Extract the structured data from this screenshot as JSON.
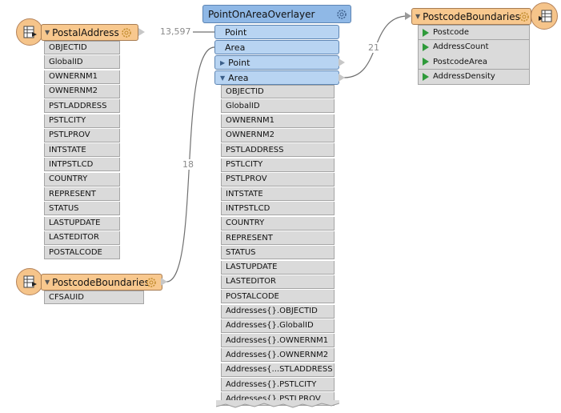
{
  "readers": {
    "postal_address": {
      "name": "PostalAddress",
      "attributes": [
        "OBJECTID",
        "GlobalID",
        "OWNERNM1",
        "OWNERNM2",
        "PSTLADDRESS",
        "PSTLCITY",
        "PSTLPROV",
        "INTSTATE",
        "INTPSTLCD",
        "COUNTRY",
        "REPRESENT",
        "STATUS",
        "LASTUPDATE",
        "LASTEDITOR",
        "POSTALCODE"
      ]
    },
    "postcode_boundaries": {
      "name": "PostcodeBoundaries",
      "attributes": [
        "CFSAUID"
      ]
    }
  },
  "transformer": {
    "name": "PointOnAreaOverlayer",
    "input_ports": [
      "Point",
      "Area"
    ],
    "output_ports": [
      "Point",
      "Area"
    ],
    "area_attributes": [
      "OBJECTID",
      "GlobalID",
      "OWNERNM1",
      "OWNERNM2",
      "PSTLADDRESS",
      "PSTLCITY",
      "PSTLPROV",
      "INTSTATE",
      "INTPSTLCD",
      "COUNTRY",
      "REPRESENT",
      "STATUS",
      "LASTUPDATE",
      "LASTEDITOR",
      "POSTALCODE",
      "Addresses{}.OBJECTID",
      "Addresses{}.GlobalID",
      "Addresses{}.OWNERNM1",
      "Addresses{}.OWNERNM2",
      "Addresses{...STLADDRESS",
      "Addresses{}.PSTLCITY",
      "Addresses{}.PSTLPROV"
    ]
  },
  "writer": {
    "name": "PostcodeBoundaries",
    "attributes": [
      "Postcode",
      "AddressCount",
      "PostcodeArea",
      "AddressDensity"
    ]
  },
  "connections": {
    "postal_to_point": "13,597",
    "boundaries_to_area": "18",
    "area_to_writer": "21"
  },
  "colors": {
    "feature_type": "#f8c88e",
    "transformer": "#8fb8e6",
    "port": "#b8d4f2",
    "attribute": "#dadada",
    "wire": "#707070",
    "writer_attr_marker": "#2e9a3a"
  }
}
